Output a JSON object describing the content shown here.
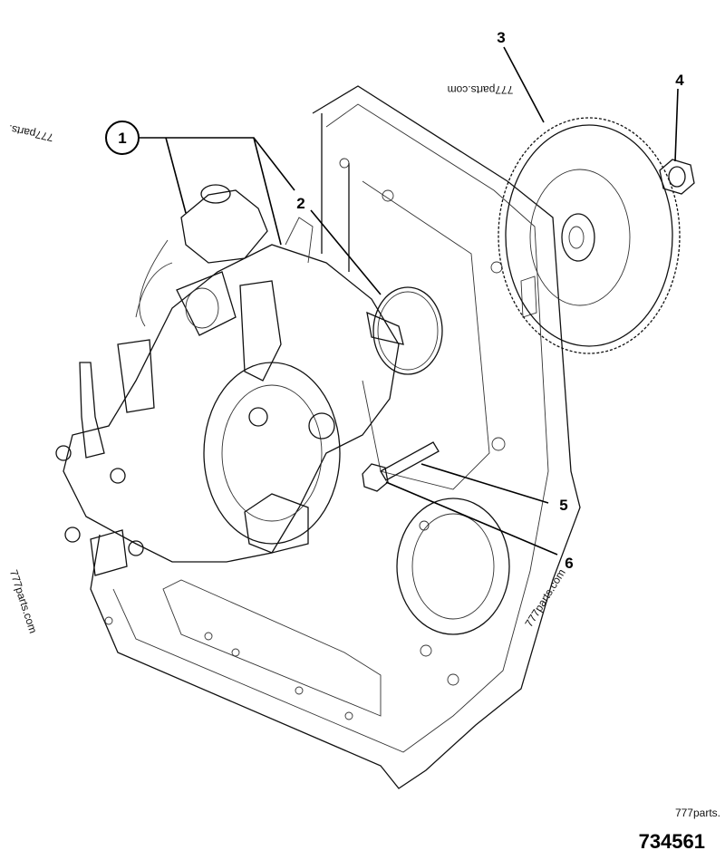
{
  "diagram": {
    "callouts": [
      {
        "id": "1"
      },
      {
        "id": "2"
      },
      {
        "id": "3"
      },
      {
        "id": "4"
      },
      {
        "id": "5"
      },
      {
        "id": "6"
      }
    ],
    "watermarks": [
      "777parts.com",
      "777parts.",
      "777parts.com",
      "777parts.com",
      "777parts."
    ],
    "figure_number": "734561"
  }
}
